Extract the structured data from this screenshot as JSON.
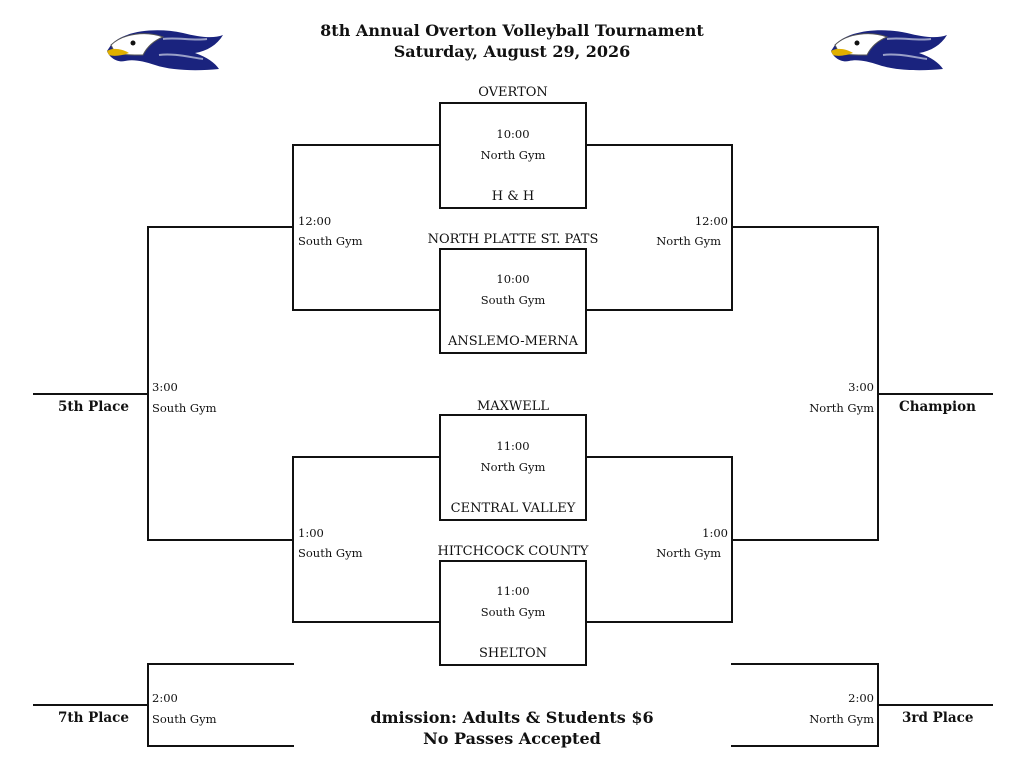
{
  "header": {
    "title": "8th Annual Overton Volleyball Tournament",
    "date": "Saturday, August 29, 2026"
  },
  "colors": {
    "logo_blue": "#1a237e",
    "line": "#111111"
  },
  "icons": {
    "logo": "eagle-head-icon"
  },
  "games": {
    "g1": {
      "team_top": "OVERTON",
      "team_bottom": "H & H",
      "time": "10:00",
      "gym": "North Gym"
    },
    "g2": {
      "team_top": "NORTH PLATTE ST. PATS",
      "team_bottom": "ANSLEMO-MERNA",
      "time": "10:00",
      "gym": "South Gym"
    },
    "g3": {
      "team_top": "MAXWELL",
      "team_bottom": "CENTRAL VALLEY",
      "time": "11:00",
      "gym": "North Gym"
    },
    "g4": {
      "team_top": "HITCHCOCK COUNTY",
      "team_bottom": "SHELTON",
      "time": "11:00",
      "gym": "South Gym"
    },
    "r2_left_top": {
      "time": "12:00",
      "gym": "South Gym"
    },
    "r2_right_top": {
      "time": "12:00",
      "gym": "North Gym"
    },
    "r2_left_bottom": {
      "time": "1:00",
      "gym": "South Gym"
    },
    "r2_right_bottom": {
      "time": "1:00",
      "gym": "North Gym"
    },
    "fifth": {
      "time": "3:00",
      "gym": "South Gym",
      "label": "5th Place"
    },
    "champion": {
      "time": "3:00",
      "gym": "North Gym",
      "label": "Champion"
    },
    "seventh": {
      "time": "2:00",
      "gym": "South Gym",
      "label": "7th Place"
    },
    "third": {
      "time": "2:00",
      "gym": "North Gym",
      "label": "3rd Place"
    }
  },
  "footer": {
    "admission": "dmission: Adults & Students $6",
    "passes": "No Passes Accepted"
  }
}
